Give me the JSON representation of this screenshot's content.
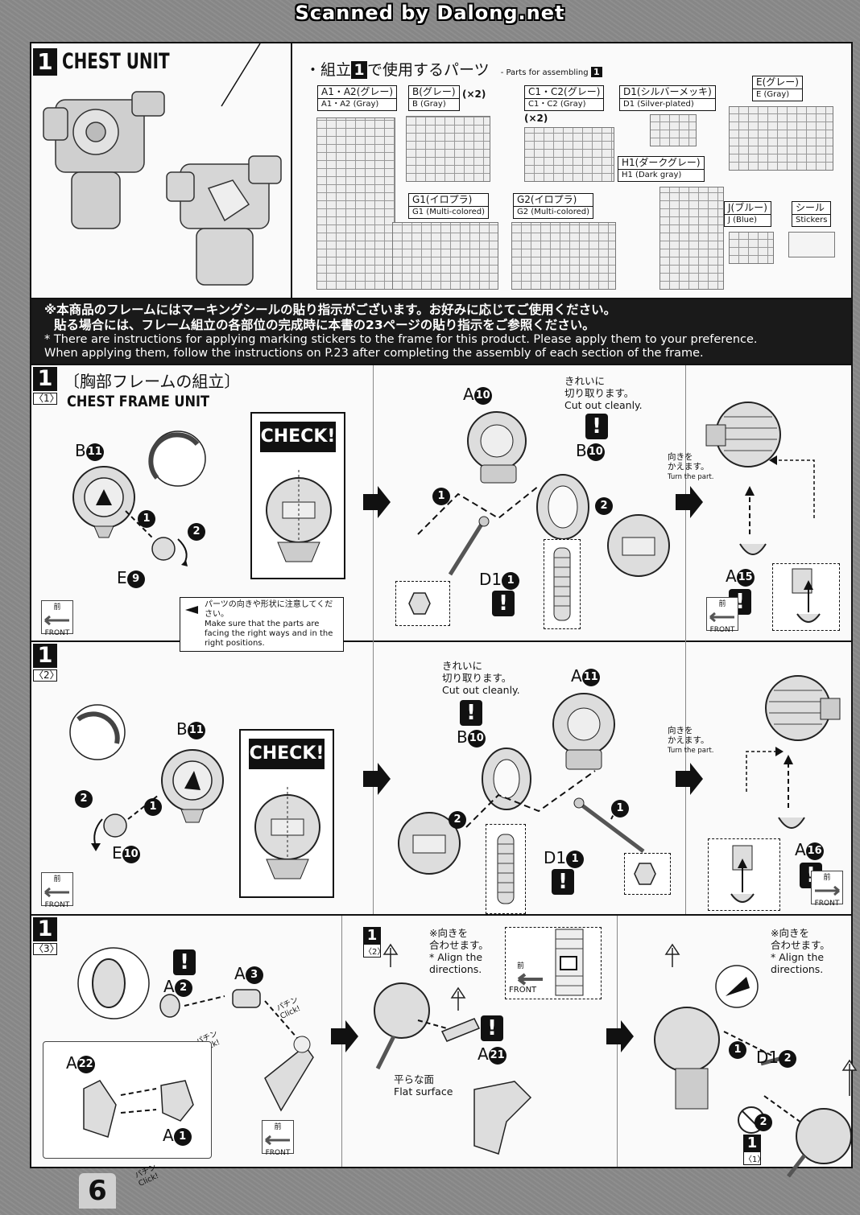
{
  "watermark": "Scanned by Dalong.net",
  "section": {
    "number": "1",
    "title": "CHEST UNIT"
  },
  "parts": {
    "heading_jp": "・組立",
    "heading_num": "1",
    "heading_jp2": "で使用するパーツ",
    "heading_en": "- Parts for assembling",
    "runners": [
      {
        "jp": "A1・A2(グレー)",
        "en": "A1・A2 (Gray)"
      },
      {
        "jp": "B(グレー)",
        "en": "B (Gray)",
        "count": "(×2)"
      },
      {
        "jp": "C1・C2(グレー)",
        "en": "C1・C2 (Gray)",
        "count": "(×2)"
      },
      {
        "jp": "D1(シルバーメッキ)",
        "en": "D1 (Silver-plated)"
      },
      {
        "jp": "E(グレー)",
        "en": "E (Gray)"
      },
      {
        "jp": "H1(ダークグレー)",
        "en": "H1 (Dark gray)"
      },
      {
        "jp": "G1(イロプラ)",
        "en": "G1 (Multi-colored)"
      },
      {
        "jp": "G2(イロプラ)",
        "en": "G2 (Multi-colored)"
      },
      {
        "jp": "J(ブルー)",
        "en": "J (Blue)"
      },
      {
        "jp": "シール",
        "en": "Stickers"
      }
    ]
  },
  "notice": {
    "jp1": "※本商品のフレームにはマーキングシールの貼り指示がございます。お好みに応じてご使用ください。",
    "jp2": "貼る場合には、フレーム組立の各部位の完成時に本書の23ページの貼り指示をご参照ください。",
    "en1": "* There are instructions for applying marking stickers to the frame for this product. Please apply them to your preference.",
    "en2": "When applying them, follow the instructions on P.23 after completing the assembly of each section of the frame."
  },
  "step1": {
    "num": "1",
    "sub": "〈1〉",
    "title_jp": "〔胸部フレームの組立〕",
    "title_en": "CHEST FRAME UNIT",
    "labels": {
      "b11": "B",
      "b11n": "11",
      "e9": "E",
      "e9n": "9",
      "a10": "A",
      "a10n": "10",
      "b10": "B",
      "b10n": "10",
      "d1": "D1",
      "d1n": "1",
      "a15": "A",
      "a15n": "15"
    },
    "check": "CHECK!",
    "cut_jp": "きれいに\n切り取ります。",
    "cut_en": "Cut out cleanly.",
    "turn_jp": "向きを\nかえます。",
    "turn_en": "Turn the part.",
    "caution_jp": "パーツの向きや形状に注意してください。",
    "caution_en": "Make sure that the parts are facing the right ways and in the right positions.",
    "front_jp": "前",
    "front_en": "FRONT"
  },
  "step2": {
    "num": "1",
    "sub": "〈2〉",
    "labels": {
      "b11": "B",
      "b11n": "11",
      "e10": "E",
      "e10n": "10",
      "a11": "A",
      "a11n": "11",
      "b10": "B",
      "b10n": "10",
      "d1": "D1",
      "d1n": "1",
      "a16": "A",
      "a16n": "16"
    },
    "check": "CHECK!",
    "cut_jp": "きれいに\n切り取ります。",
    "cut_en": "Cut out cleanly.",
    "turn_jp": "向きを\nかえます。",
    "turn_en": "Turn the part.",
    "front_jp": "前",
    "front_en": "FRONT"
  },
  "step3": {
    "num": "1",
    "sub": "〈3〉",
    "labels": {
      "a2": "A",
      "a2n": "2",
      "a3": "A",
      "a3n": "3",
      "a22": "A",
      "a22n": "22",
      "a1": "A",
      "a1n": "1",
      "a21": "A",
      "a21n": "21",
      "d12": "D1",
      "d12n": "2"
    },
    "click_jp": "パチン",
    "click_en": "Click!",
    "align_jp": "※向きを\n合わせます。",
    "align_en": "* Align the\ndirections.",
    "flat_jp": "平らな面",
    "flat_en": "Flat surface",
    "ref2": "〈2〉",
    "ref1": "〈1〉",
    "refnum": "1",
    "front_jp": "前",
    "front_en": "FRONT"
  },
  "page_number": "6"
}
